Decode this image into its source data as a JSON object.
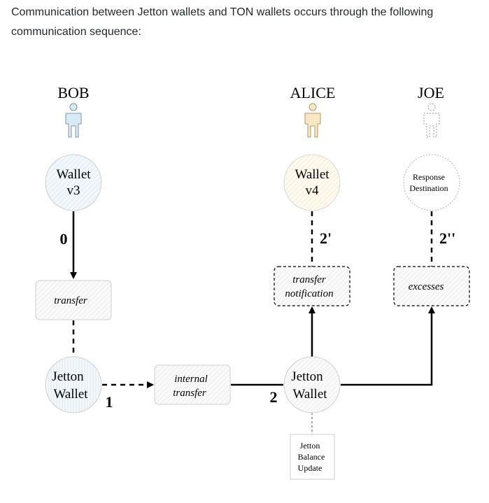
{
  "intro_text": "Communication between Jetton wallets and TON wallets occurs through the following communication sequence:",
  "actors": {
    "bob": "BOB",
    "alice": "ALICE",
    "joe": "JOE"
  },
  "nodes": {
    "bob_wallet_line1": "Wallet",
    "bob_wallet_line2": "v3",
    "alice_wallet_line1": "Wallet",
    "alice_wallet_line2": "v4",
    "response_line1": "Response",
    "response_line2": "Destination",
    "bob_jetton_line1": "Jetton",
    "bob_jetton_line2": "Wallet",
    "alice_jetton_line1": "Jetton",
    "alice_jetton_line2": "Wallet"
  },
  "messages": {
    "transfer": "transfer",
    "internal_line1": "internal",
    "internal_line2": "transfer",
    "notification_line1": "transfer",
    "notification_line2": "notification",
    "excesses": "excesses"
  },
  "balance_box": {
    "line1": "Jetton",
    "line2": "Balance",
    "line3": "Update"
  },
  "steps": {
    "step0": "0",
    "step1": "1",
    "step2": "2",
    "step2_prime": "2'",
    "step2_double_prime": "2''"
  }
}
